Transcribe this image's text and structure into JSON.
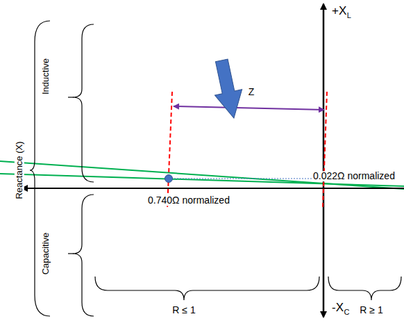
{
  "diagram": {
    "labels": [
      "+X",
      "L",
      "-X",
      "C",
      "Reactance (X)",
      "Inductive",
      "Capacitive",
      "Z",
      "0.022Ω normalized",
      "0.740Ω normalized",
      "R ≤ 1",
      "R ≥ 1"
    ]
  }
}
